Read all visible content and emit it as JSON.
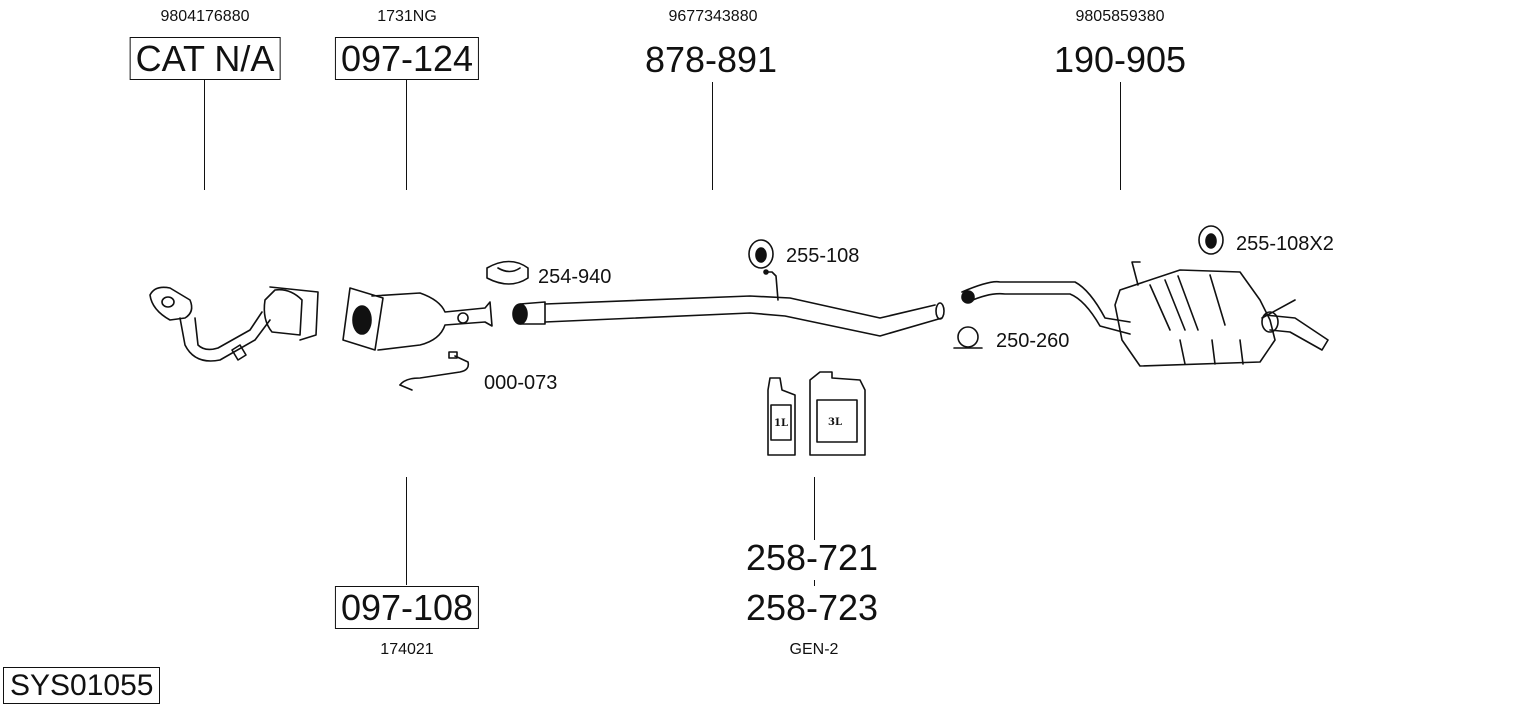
{
  "top_parts": [
    {
      "oe_number": "9804176880",
      "part_number": "CAT N/A",
      "boxed": true
    },
    {
      "oe_number": "1731NG",
      "part_number": "097-124",
      "boxed": true
    },
    {
      "oe_number": "9677343880",
      "part_number": "878-891",
      "boxed": false
    },
    {
      "oe_number": "9805859380",
      "part_number": "190-905",
      "boxed": false
    }
  ],
  "bottom_parts": [
    {
      "part_number": "097-108",
      "oe_number": "174021",
      "boxed": true
    },
    {
      "part_numbers": [
        "258-721",
        "258-723"
      ],
      "oe_number": "GEN-2",
      "boxed": false
    }
  ],
  "accessories": {
    "clamp_flange": "254-940",
    "rubber_mount": "255-108",
    "lambda_sensor": "000-073",
    "clamp": "250-260",
    "rubber_mount_x2": "255-108X2"
  },
  "containers": {
    "small": "1L",
    "large": "3L"
  },
  "system_id": "SYS01055"
}
